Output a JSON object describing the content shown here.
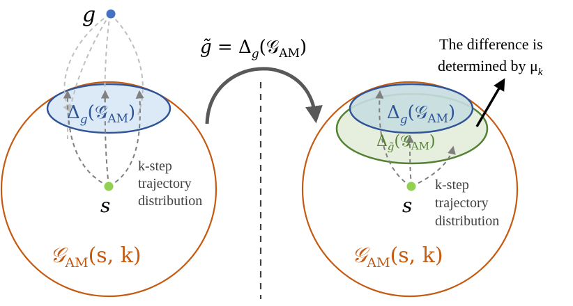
{
  "colors": {
    "orange": "#c55a11",
    "blue_stroke": "#2f5597",
    "blue_fill": "#dbeaf6",
    "green_stroke": "#548235",
    "green_fill": "#e6eedd",
    "overlap_fill": "#c6dde0",
    "dashed_gray": "#7f7f7f",
    "light_dashed": "#bfbfbf",
    "goal_dot": "#4472c4",
    "start_dot": "#92d050",
    "arrow_gray": "#595959",
    "text_gray": "#404040"
  },
  "left": {
    "goal_label": "g",
    "start_label": "s",
    "set_label_parts": {
      "main": "Δ",
      "sub": "g",
      "args": "(𝒢",
      "args_sub": "AM",
      "close": ")"
    },
    "region_label_parts": {
      "main": "𝒢",
      "sub": "AM",
      "args": "(s, k)"
    },
    "note": [
      "k-step",
      "trajectory",
      "distribution"
    ]
  },
  "middle": {
    "equation_parts": {
      "lhs": "g̃",
      "eq": " = Δ",
      "sub": "g",
      "args": "(𝒢",
      "args_sub": "AM",
      "close": ")"
    }
  },
  "right": {
    "start_label": "s",
    "set_label_parts": {
      "main": "Δ",
      "sub": "g",
      "args": "(𝒢",
      "args_sub": "AM",
      "close": ")"
    },
    "tilde_set_label_parts": {
      "main": "Δ",
      "sub": "g̃",
      "args": "(𝒢",
      "args_sub": "AM",
      "close": ")"
    },
    "region_label_parts": {
      "main": "𝒢",
      "sub": "AM",
      "args": "(s, k)"
    },
    "note": [
      "k-step",
      "trajectory",
      "distribution"
    ],
    "annotation": [
      "The difference is",
      "determined by μ"
    ],
    "annotation_sub": "k"
  }
}
